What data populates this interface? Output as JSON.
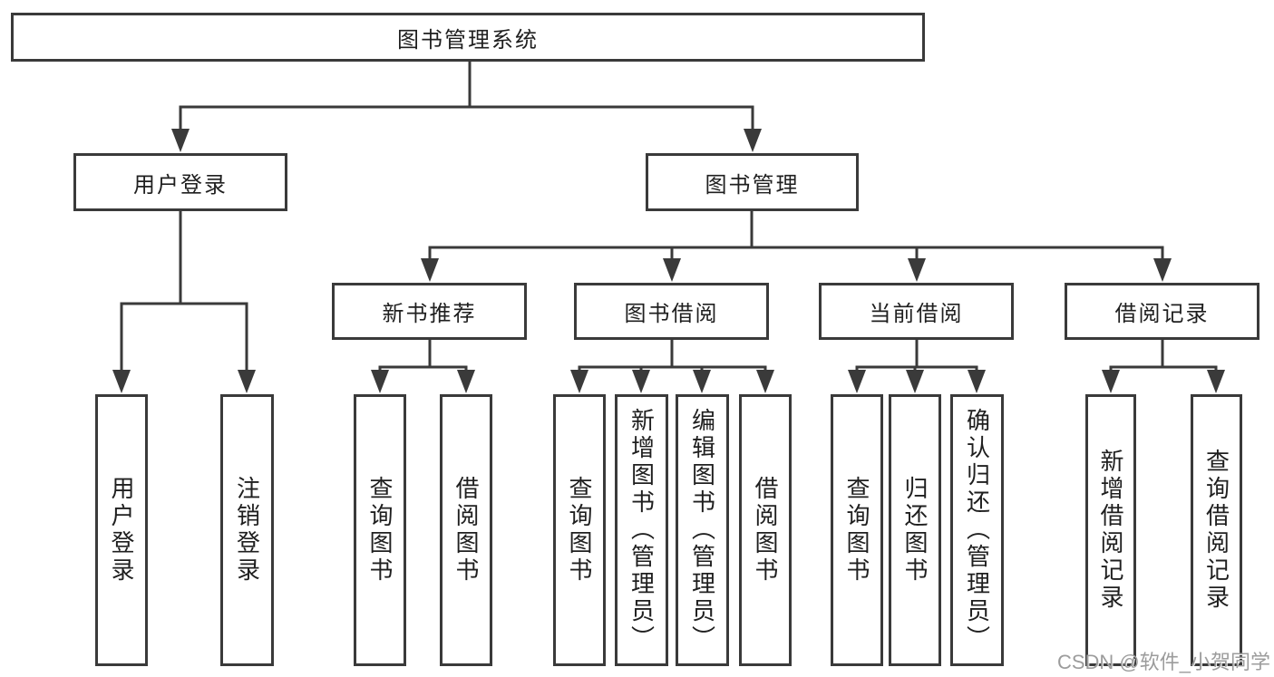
{
  "colors": {
    "line": "#3a3a3a",
    "text": "#1f1f1f",
    "watermark": "#9c9c9c",
    "background": "#ffffff"
  },
  "diagram_type": "hierarchy-tree",
  "nodes": {
    "root": "图书管理系统",
    "user_login": "用户登录",
    "book_mgmt": "图书管理",
    "new_book_rec": "新书推荐",
    "book_borrow": "图书借阅",
    "current_borrow": "当前借阅",
    "borrow_record": "借阅记录",
    "leaf_user_login": "用户登录",
    "leaf_logout": "注销登录",
    "leaf_query_book_a": "查询图书",
    "leaf_borrow_book_a": "借阅图书",
    "leaf_query_book_b": "查询图书",
    "leaf_add_book": "新增图书（管理员）",
    "leaf_edit_book": "编辑图书（管理员）",
    "leaf_borrow_book_b": "借阅图书",
    "leaf_query_book_c": "查询图书",
    "leaf_return_book": "归还图书",
    "leaf_confirm_return": "确认归还（管理员）",
    "leaf_add_record": "新增借阅记录",
    "leaf_query_record": "查询借阅记录"
  },
  "watermark": "CSDN @软件_小贺同学"
}
